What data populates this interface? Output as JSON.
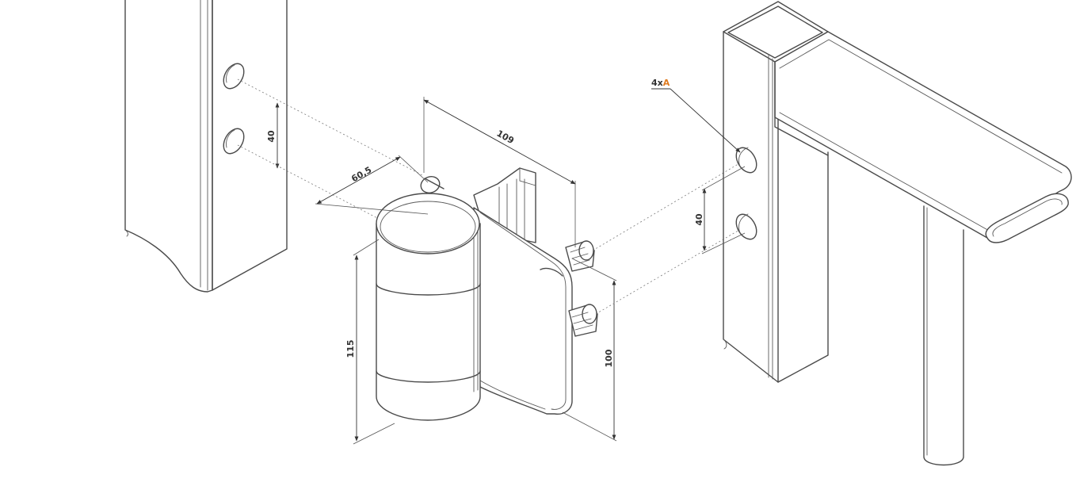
{
  "dimensions": {
    "hole_spacing_left": "40",
    "hole_spacing_right": "40",
    "depth": "60,5",
    "length": "109",
    "body_height": "115",
    "plate_height": "100"
  },
  "callout": {
    "count": "4x",
    "letter": "A",
    "letter_color": "#e07b1f"
  },
  "colors": {
    "line": "#4a4a4a",
    "dimension": "#333333",
    "background": "#ffffff"
  }
}
